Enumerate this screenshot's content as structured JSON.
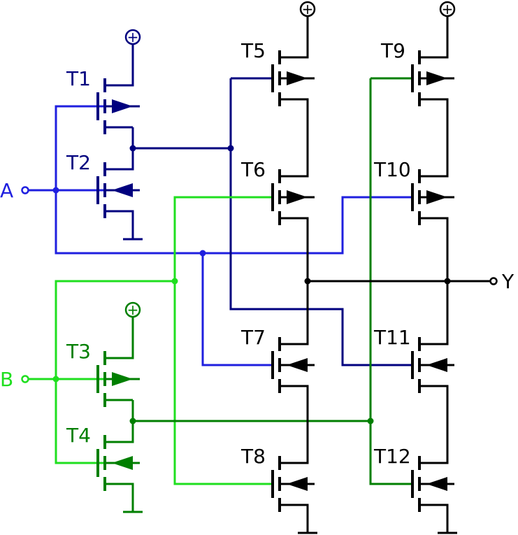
{
  "colors": {
    "black": "#000000",
    "navy": "#00007f",
    "blue": "#1f1fdf",
    "green": "#007f00",
    "lime": "#1fdf1f"
  },
  "transistors": {
    "t1": "T1",
    "t2": "T2",
    "t3": "T3",
    "t4": "T4",
    "t5": "T5",
    "t6": "T6",
    "t7": "T7",
    "t8": "T8",
    "t9": "T9",
    "t10": "T10",
    "t11": "T11",
    "t12": "T12"
  },
  "inputs": {
    "a": "A",
    "b": "B"
  },
  "output": {
    "y": "Y"
  },
  "supply_symbol": "+"
}
